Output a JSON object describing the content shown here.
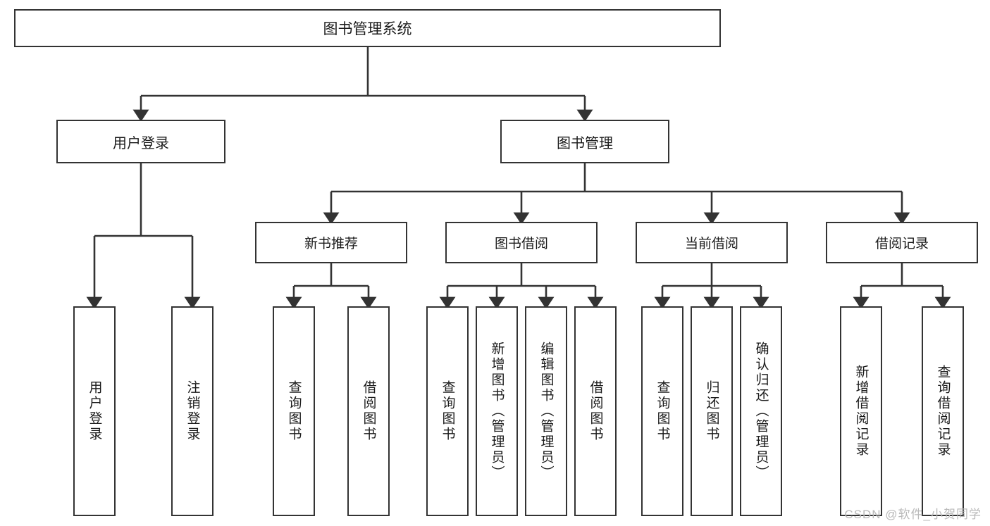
{
  "diagram": {
    "type": "tree",
    "title": "图书管理系统",
    "orientation": "top-down",
    "edge_style": "orthogonal-arrow",
    "colors": {
      "box_border": "#333333",
      "box_fill": "#ffffff",
      "edge": "#333333",
      "text": "#1a1a1a",
      "watermark": "#b9b9b9"
    },
    "root": {
      "id": "root",
      "label": "图书管理系统"
    },
    "level1": [
      {
        "id": "user-login",
        "label": "用户登录"
      },
      {
        "id": "book-manage",
        "label": "图书管理"
      }
    ],
    "level2": [
      {
        "id": "new-book-recommend",
        "label": "新书推荐",
        "parent": "book-manage"
      },
      {
        "id": "book-borrow",
        "label": "图书借阅",
        "parent": "book-manage"
      },
      {
        "id": "current-borrow",
        "label": "当前借阅",
        "parent": "book-manage"
      },
      {
        "id": "borrow-record",
        "label": "借阅记录",
        "parent": "book-manage"
      }
    ],
    "leaves": [
      {
        "id": "leaf-user-login",
        "label": "用户登录",
        "parent": "user-login"
      },
      {
        "id": "leaf-user-logout",
        "label": "注销登录",
        "parent": "user-login"
      },
      {
        "id": "leaf-query-book-1",
        "label": "查询图书",
        "parent": "new-book-recommend"
      },
      {
        "id": "leaf-borrow-book-1",
        "label": "借阅图书",
        "parent": "new-book-recommend"
      },
      {
        "id": "leaf-query-book-2",
        "label": "查询图书",
        "parent": "book-borrow"
      },
      {
        "id": "leaf-add-book",
        "label": "新增图书（管理员）",
        "parent": "book-borrow"
      },
      {
        "id": "leaf-edit-book",
        "label": "编辑图书（管理员）",
        "parent": "book-borrow"
      },
      {
        "id": "leaf-borrow-book-2",
        "label": "借阅图书",
        "parent": "book-borrow"
      },
      {
        "id": "leaf-query-book-3",
        "label": "查询图书",
        "parent": "current-borrow"
      },
      {
        "id": "leaf-return-book",
        "label": "归还图书",
        "parent": "current-borrow"
      },
      {
        "id": "leaf-confirm-return",
        "label": "确认归还（管理员）",
        "parent": "current-borrow"
      },
      {
        "id": "leaf-add-record",
        "label": "新增借阅记录",
        "parent": "borrow-record"
      },
      {
        "id": "leaf-query-record",
        "label": "查询借阅记录",
        "parent": "borrow-record"
      }
    ]
  },
  "watermark": {
    "text": "CSDN @软件_小贺同学"
  }
}
